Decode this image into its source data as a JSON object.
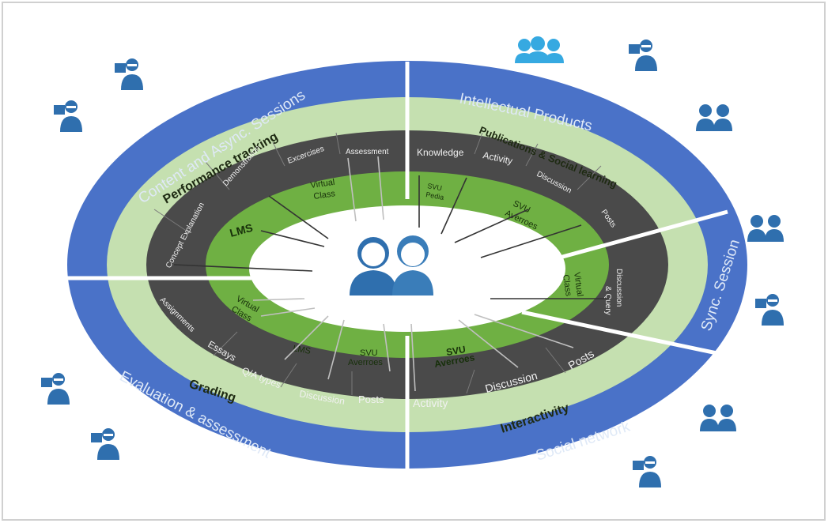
{
  "outer_ring": {
    "content_async": "Content and Async. Sessions",
    "intellectual_products": "Intellectual Products",
    "sync_session": "Sync. Session",
    "social_network": "Social network",
    "evaluation": "Evaluation & assessment"
  },
  "second_ring": {
    "performance_tracking": "Performance tracking",
    "publications": "Publications & Social learning",
    "interactivity": "Interactivity",
    "grading": "Grading"
  },
  "dark_ring": {
    "concept_explanation": "Concept Explanation",
    "demonstration": "Demonstration",
    "excercises": "Excercises",
    "assessment": "Assessment",
    "knowledge": "Knowledge",
    "activity_top": "Activity",
    "discussion_top": "Discussion",
    "posts_top": "Posts",
    "discussion_query_1": "Discussion",
    "discussion_query_2": "& Query",
    "posts_bottom_right": "Posts",
    "discussion_bottom_right": "Discussion",
    "activity_bottom": "Activity",
    "posts_bottom": "Posts",
    "discussion_bottom": "Discussion",
    "qa_types": "Q/A types",
    "essays": "Essays",
    "assignments": "Assignments"
  },
  "inner_ring": {
    "lms_top": "LMS",
    "virtual_class_top_1": "Virtual",
    "virtual_class_top_2": "Class",
    "svu_pedia_1": "SVU",
    "svu_pedia_2": "Pedia",
    "svu_averroes_top_1": "SVU",
    "svu_averroes_top_2": "Averroes",
    "virtual_class_right_1": "Virtual",
    "virtual_class_right_2": "Class",
    "svu_averroes_bottom_1": "SVU",
    "svu_averroes_bottom_2": "Averroes",
    "svu_averroes_small_1": "SVU",
    "svu_averroes_small_2": "Averroes",
    "lms_bottom": "LMS",
    "virtual_class_left_1": "Virtual",
    "virtual_class_left_2": "Class"
  },
  "colors": {
    "outer_blue": "#4a72c8",
    "light_green": "#c5e0b0",
    "dark_grey": "#4a4a4a",
    "inner_green": "#6fb043",
    "icon_blue": "#2f6fae",
    "group_icon": "#36a9e1"
  },
  "icons": [
    "teacher-icon",
    "students-icon",
    "group-icon"
  ]
}
